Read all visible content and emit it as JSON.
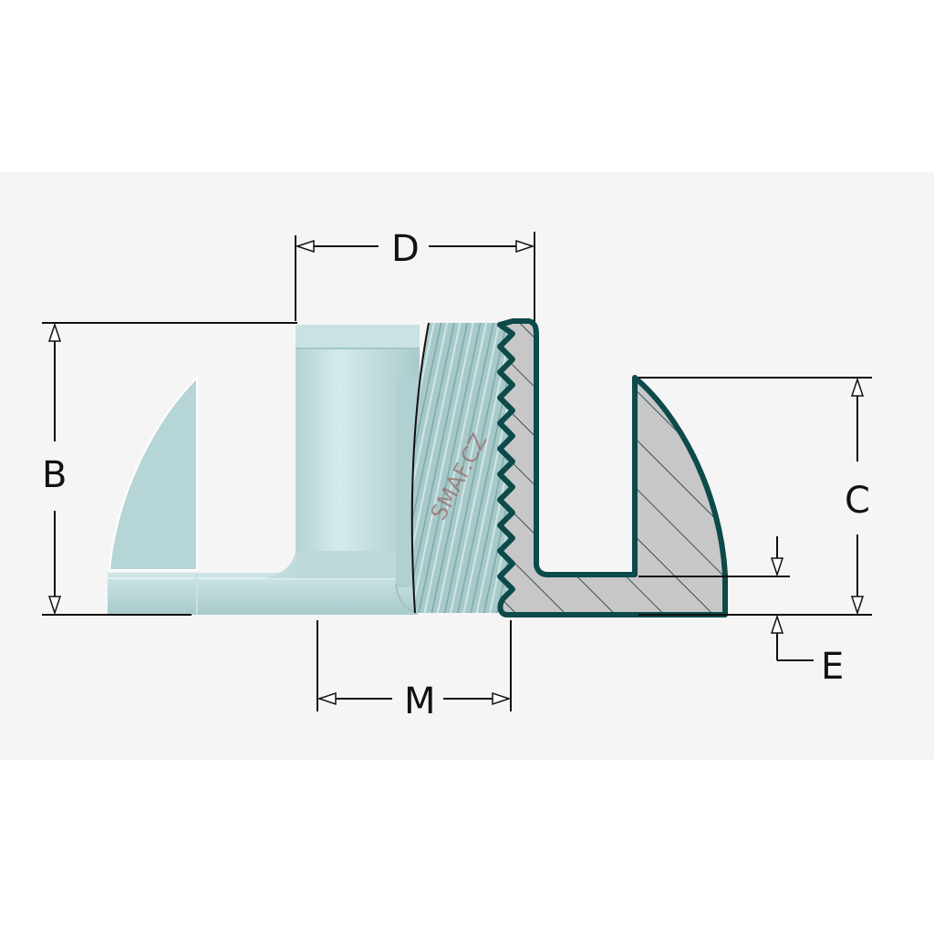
{
  "dimensions": {
    "D": "D",
    "B": "B",
    "C": "C",
    "M": "M",
    "E": "E"
  },
  "watermark": "SMAF.CZ",
  "colors": {
    "body": "#bcd9da",
    "body_light": "#d3e8e9",
    "body_dark": "#9cc3c4",
    "section_fill": "#c7c7c7",
    "outline": "#0d4a4a",
    "background": "#f5f5f6"
  }
}
